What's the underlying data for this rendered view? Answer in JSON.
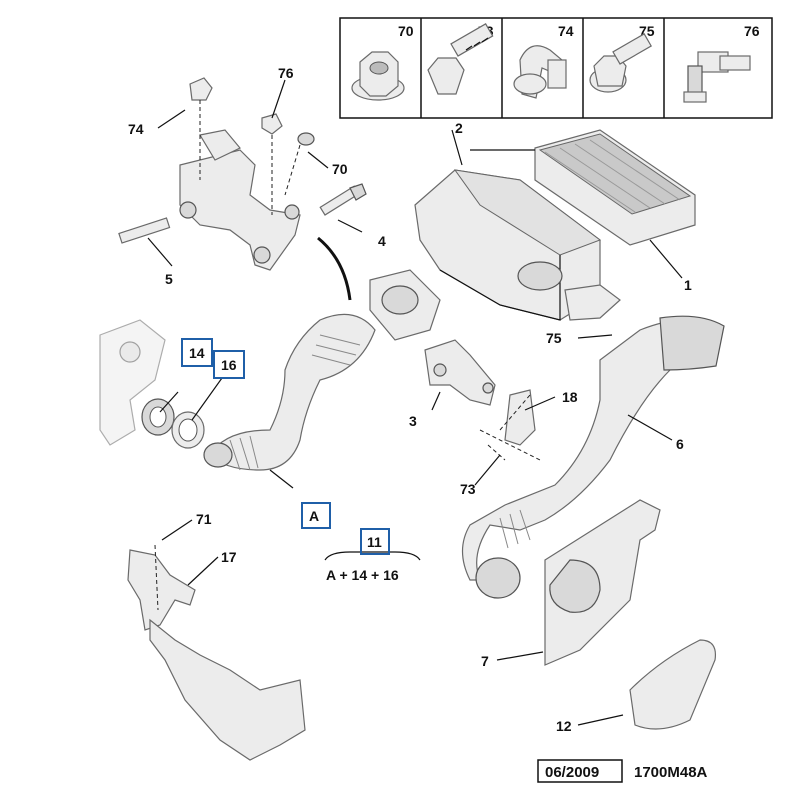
{
  "legend": [
    {
      "num": "70",
      "icon": "flange-nut-icon"
    },
    {
      "num": "73",
      "icon": "screw-icon"
    },
    {
      "num": "74",
      "icon": "clip-icon"
    },
    {
      "num": "75",
      "icon": "flange-screw-icon"
    },
    {
      "num": "76",
      "icon": "stud-clip-icon"
    }
  ],
  "callouts": {
    "c70": "70",
    "c74": "74",
    "c76": "76",
    "c2": "2",
    "c4": "4",
    "c5": "5",
    "c1": "1",
    "c75": "75",
    "c14": "14",
    "c16": "16",
    "c3": "3",
    "c18": "18",
    "c6": "6",
    "c73": "73",
    "cA": "A",
    "c11": "11",
    "c71": "71",
    "c17": "17",
    "c7": "7",
    "c12": "12"
  },
  "kit_formula": "A + 14 + 16",
  "footer": {
    "date": "06/2009",
    "ref": "1700M48A"
  }
}
